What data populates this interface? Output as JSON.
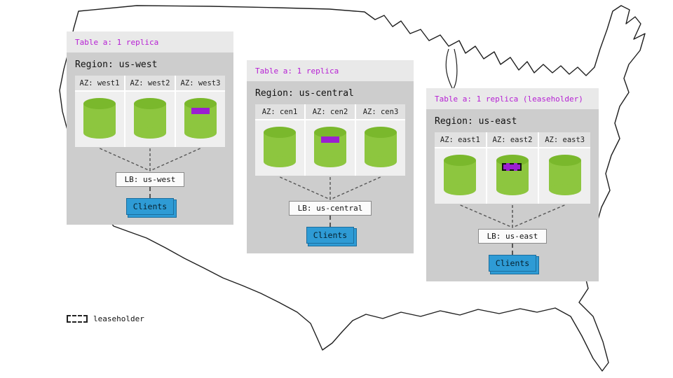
{
  "diagram": {
    "legend": {
      "label": "leaseholder"
    },
    "clients_label": "Clients"
  },
  "regions": [
    {
      "title": "Table a: 1 replica",
      "region_label": "Region: us-west",
      "azs": [
        {
          "label": "AZ: west1",
          "replica": false,
          "leaseholder": false
        },
        {
          "label": "AZ: west2",
          "replica": false,
          "leaseholder": false
        },
        {
          "label": "AZ: west3",
          "replica": true,
          "leaseholder": false
        }
      ],
      "lb_label": "LB: us-west"
    },
    {
      "title": "Table a: 1 replica",
      "region_label": "Region: us-central",
      "azs": [
        {
          "label": "AZ: cen1",
          "replica": false,
          "leaseholder": false
        },
        {
          "label": "AZ: cen2",
          "replica": true,
          "leaseholder": false
        },
        {
          "label": "AZ: cen3",
          "replica": false,
          "leaseholder": false
        }
      ],
      "lb_label": "LB: us-central"
    },
    {
      "title": "Table a: 1 replica (leaseholder)",
      "region_label": "Region: us-east",
      "azs": [
        {
          "label": "AZ: east1",
          "replica": false,
          "leaseholder": false
        },
        {
          "label": "AZ: east2",
          "replica": true,
          "leaseholder": true
        },
        {
          "label": "AZ: east3",
          "replica": false,
          "leaseholder": false
        }
      ],
      "lb_label": "LB: us-east"
    }
  ],
  "colors": {
    "cylinder_green": "#8dc63f",
    "replica_purple": "#9b1fd1",
    "clients_blue": "#2e9bd5",
    "title_purple": "#b61fd4"
  }
}
